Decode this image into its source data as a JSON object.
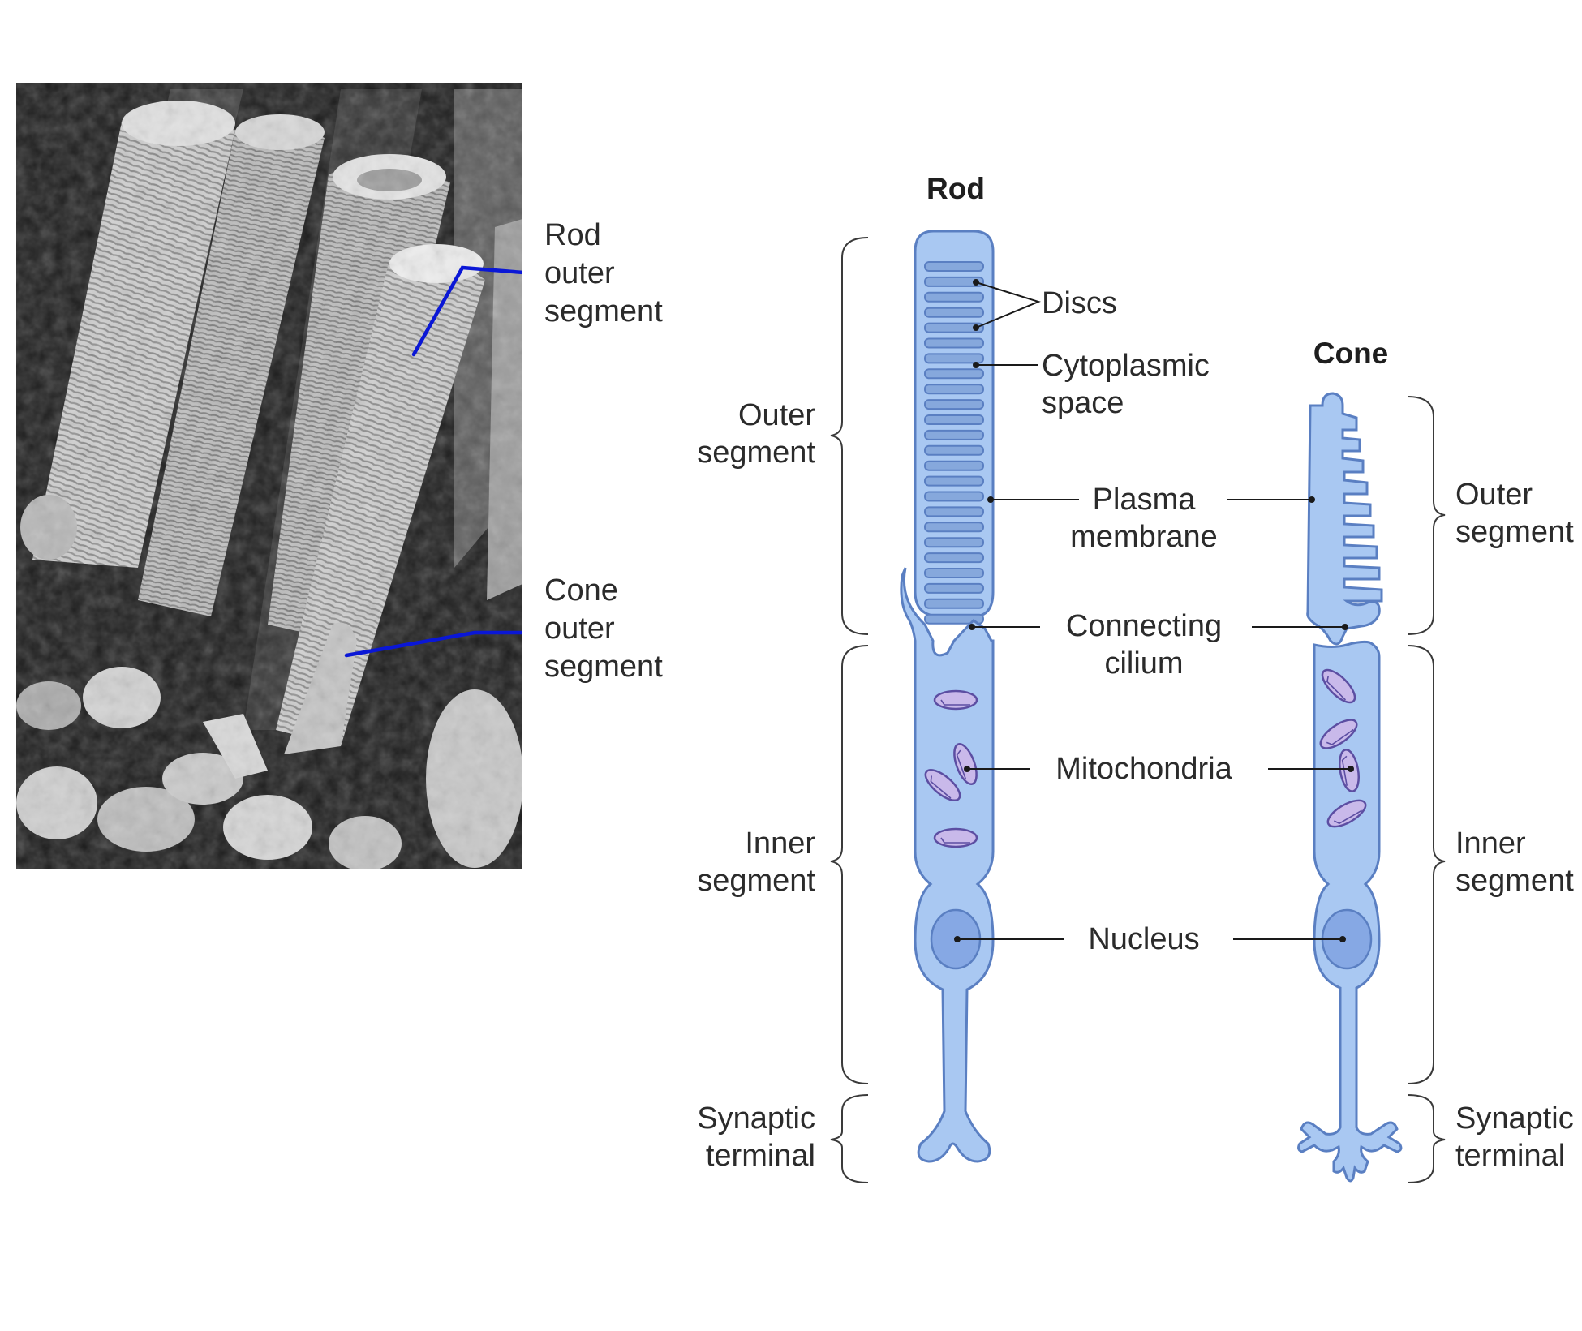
{
  "photo": {
    "labels": {
      "rod_outer": [
        "Rod",
        "outer",
        "segment"
      ],
      "cone_outer": [
        "Cone",
        "outer",
        "segment"
      ]
    },
    "leader_color": "#0a17d6"
  },
  "diagram": {
    "rod_title": "Rod",
    "cone_title": "Cone",
    "rod_regions": {
      "outer": [
        "Outer",
        "segment"
      ],
      "inner": [
        "Inner",
        "segment"
      ],
      "synaptic": [
        "Synaptic",
        "terminal"
      ]
    },
    "cone_regions": {
      "outer": [
        "Outer",
        "segment"
      ],
      "inner": [
        "Inner",
        "segment"
      ],
      "synaptic": [
        "Synaptic",
        "terminal"
      ]
    },
    "structures": {
      "discs": "Discs",
      "cytoplasmic": [
        "Cytoplasmic",
        "space"
      ],
      "plasma": [
        "Plasma",
        "membrane"
      ],
      "cilium": [
        "Connecting",
        "cilium"
      ],
      "mitochondria": "Mitochondria",
      "nucleus": "Nucleus"
    },
    "colors": {
      "cell_fill": "#a9c8f2",
      "cell_outline": "#5a7fc2",
      "mitochondria_fill": "#c9b9ea"
    }
  }
}
